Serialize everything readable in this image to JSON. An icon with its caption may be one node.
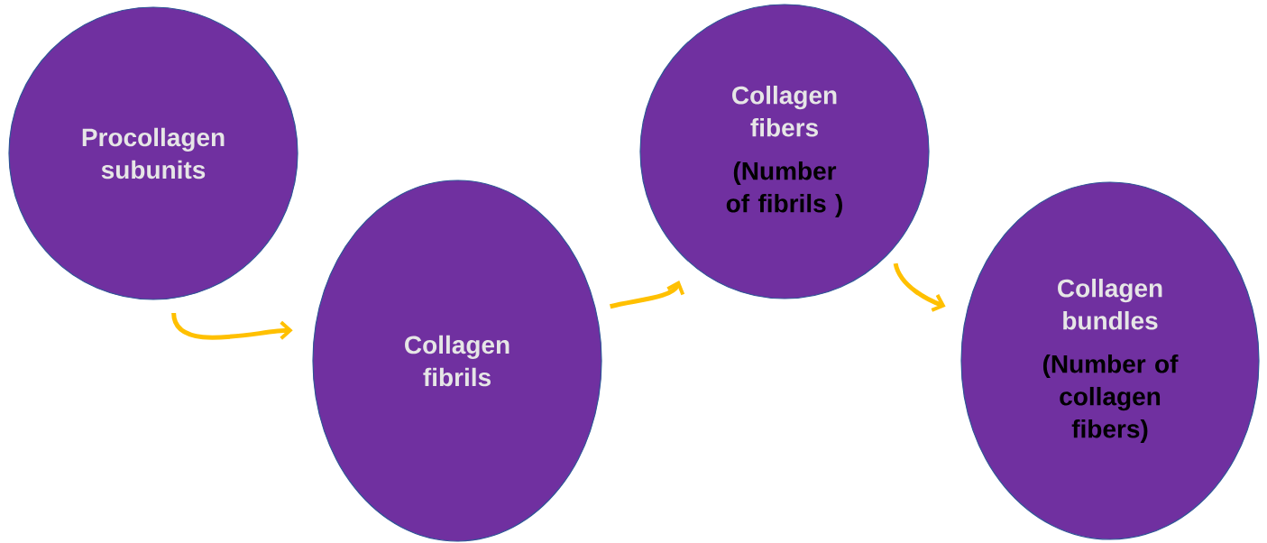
{
  "diagram": {
    "nodes": [
      {
        "text": [
          "Procollagen subunits"
        ]
      },
      {
        "text": [
          "Collagen fibrils"
        ]
      },
      {
        "text": [
          "Collagen fibers",
          "(Number of fibrils )"
        ]
      },
      {
        "text": [
          "Collagen bundles",
          "(Number of collagen fibers)"
        ]
      }
    ],
    "edges": [
      {
        "from": 0,
        "to": 1,
        "arrow": "to"
      },
      {
        "from": 1,
        "to": 2,
        "arrow": "to"
      },
      {
        "from": 2,
        "to": 3,
        "arrow": "to"
      }
    ]
  }
}
